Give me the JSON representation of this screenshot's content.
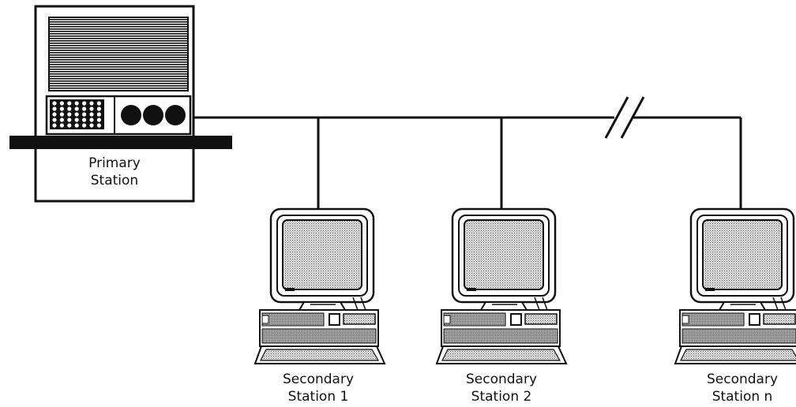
{
  "primary": {
    "line1": "Primary",
    "line2": "Station"
  },
  "secondaries": [
    {
      "line1": "Secondary",
      "line2": "Station 1"
    },
    {
      "line1": "Secondary",
      "line2": "Station 2"
    },
    {
      "line1": "Secondary",
      "line2": "Station n"
    }
  ]
}
